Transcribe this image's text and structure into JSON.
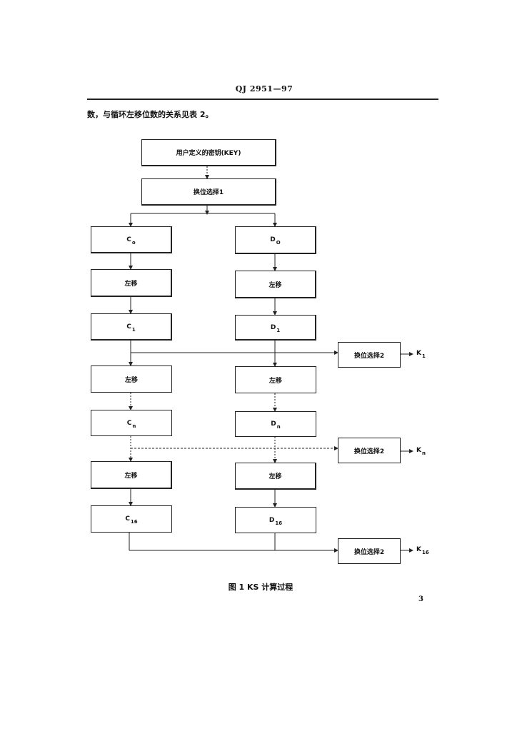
{
  "header": {
    "code": "QJ 2951—97"
  },
  "intro": "数，与循环左移位数的关系见表 2。",
  "flowchart": {
    "key_box": "用户定义的密钥(KEY)",
    "pc1_box": "换位选择1",
    "c_column": {
      "c0": {
        "base": "C",
        "sub": "o"
      },
      "shift1": "左移",
      "c1": {
        "base": "C",
        "sub": "1"
      },
      "shift2": "左移",
      "cn": {
        "base": "C",
        "sub": "n"
      },
      "shift3": "左移",
      "c16": {
        "base": "C",
        "sub": "16"
      }
    },
    "d_column": {
      "d0": {
        "base": "D",
        "sub": "O"
      },
      "shift1": "左移",
      "d1": {
        "base": "D",
        "sub": "1"
      },
      "shift2": "左移",
      "dn": {
        "base": "D",
        "sub": "n"
      },
      "shift3": "左移",
      "d16": {
        "base": "D",
        "sub": "16"
      }
    },
    "pc2": [
      {
        "label": "换位选择2",
        "out": {
          "base": "K",
          "sub": "1"
        }
      },
      {
        "label": "换位选择2",
        "out": {
          "base": "K",
          "sub": "n"
        }
      },
      {
        "label": "换位选择2",
        "out": {
          "base": "K",
          "sub": "16"
        }
      }
    ]
  },
  "caption": "图 1   KS 计算过程",
  "page_number": "3"
}
